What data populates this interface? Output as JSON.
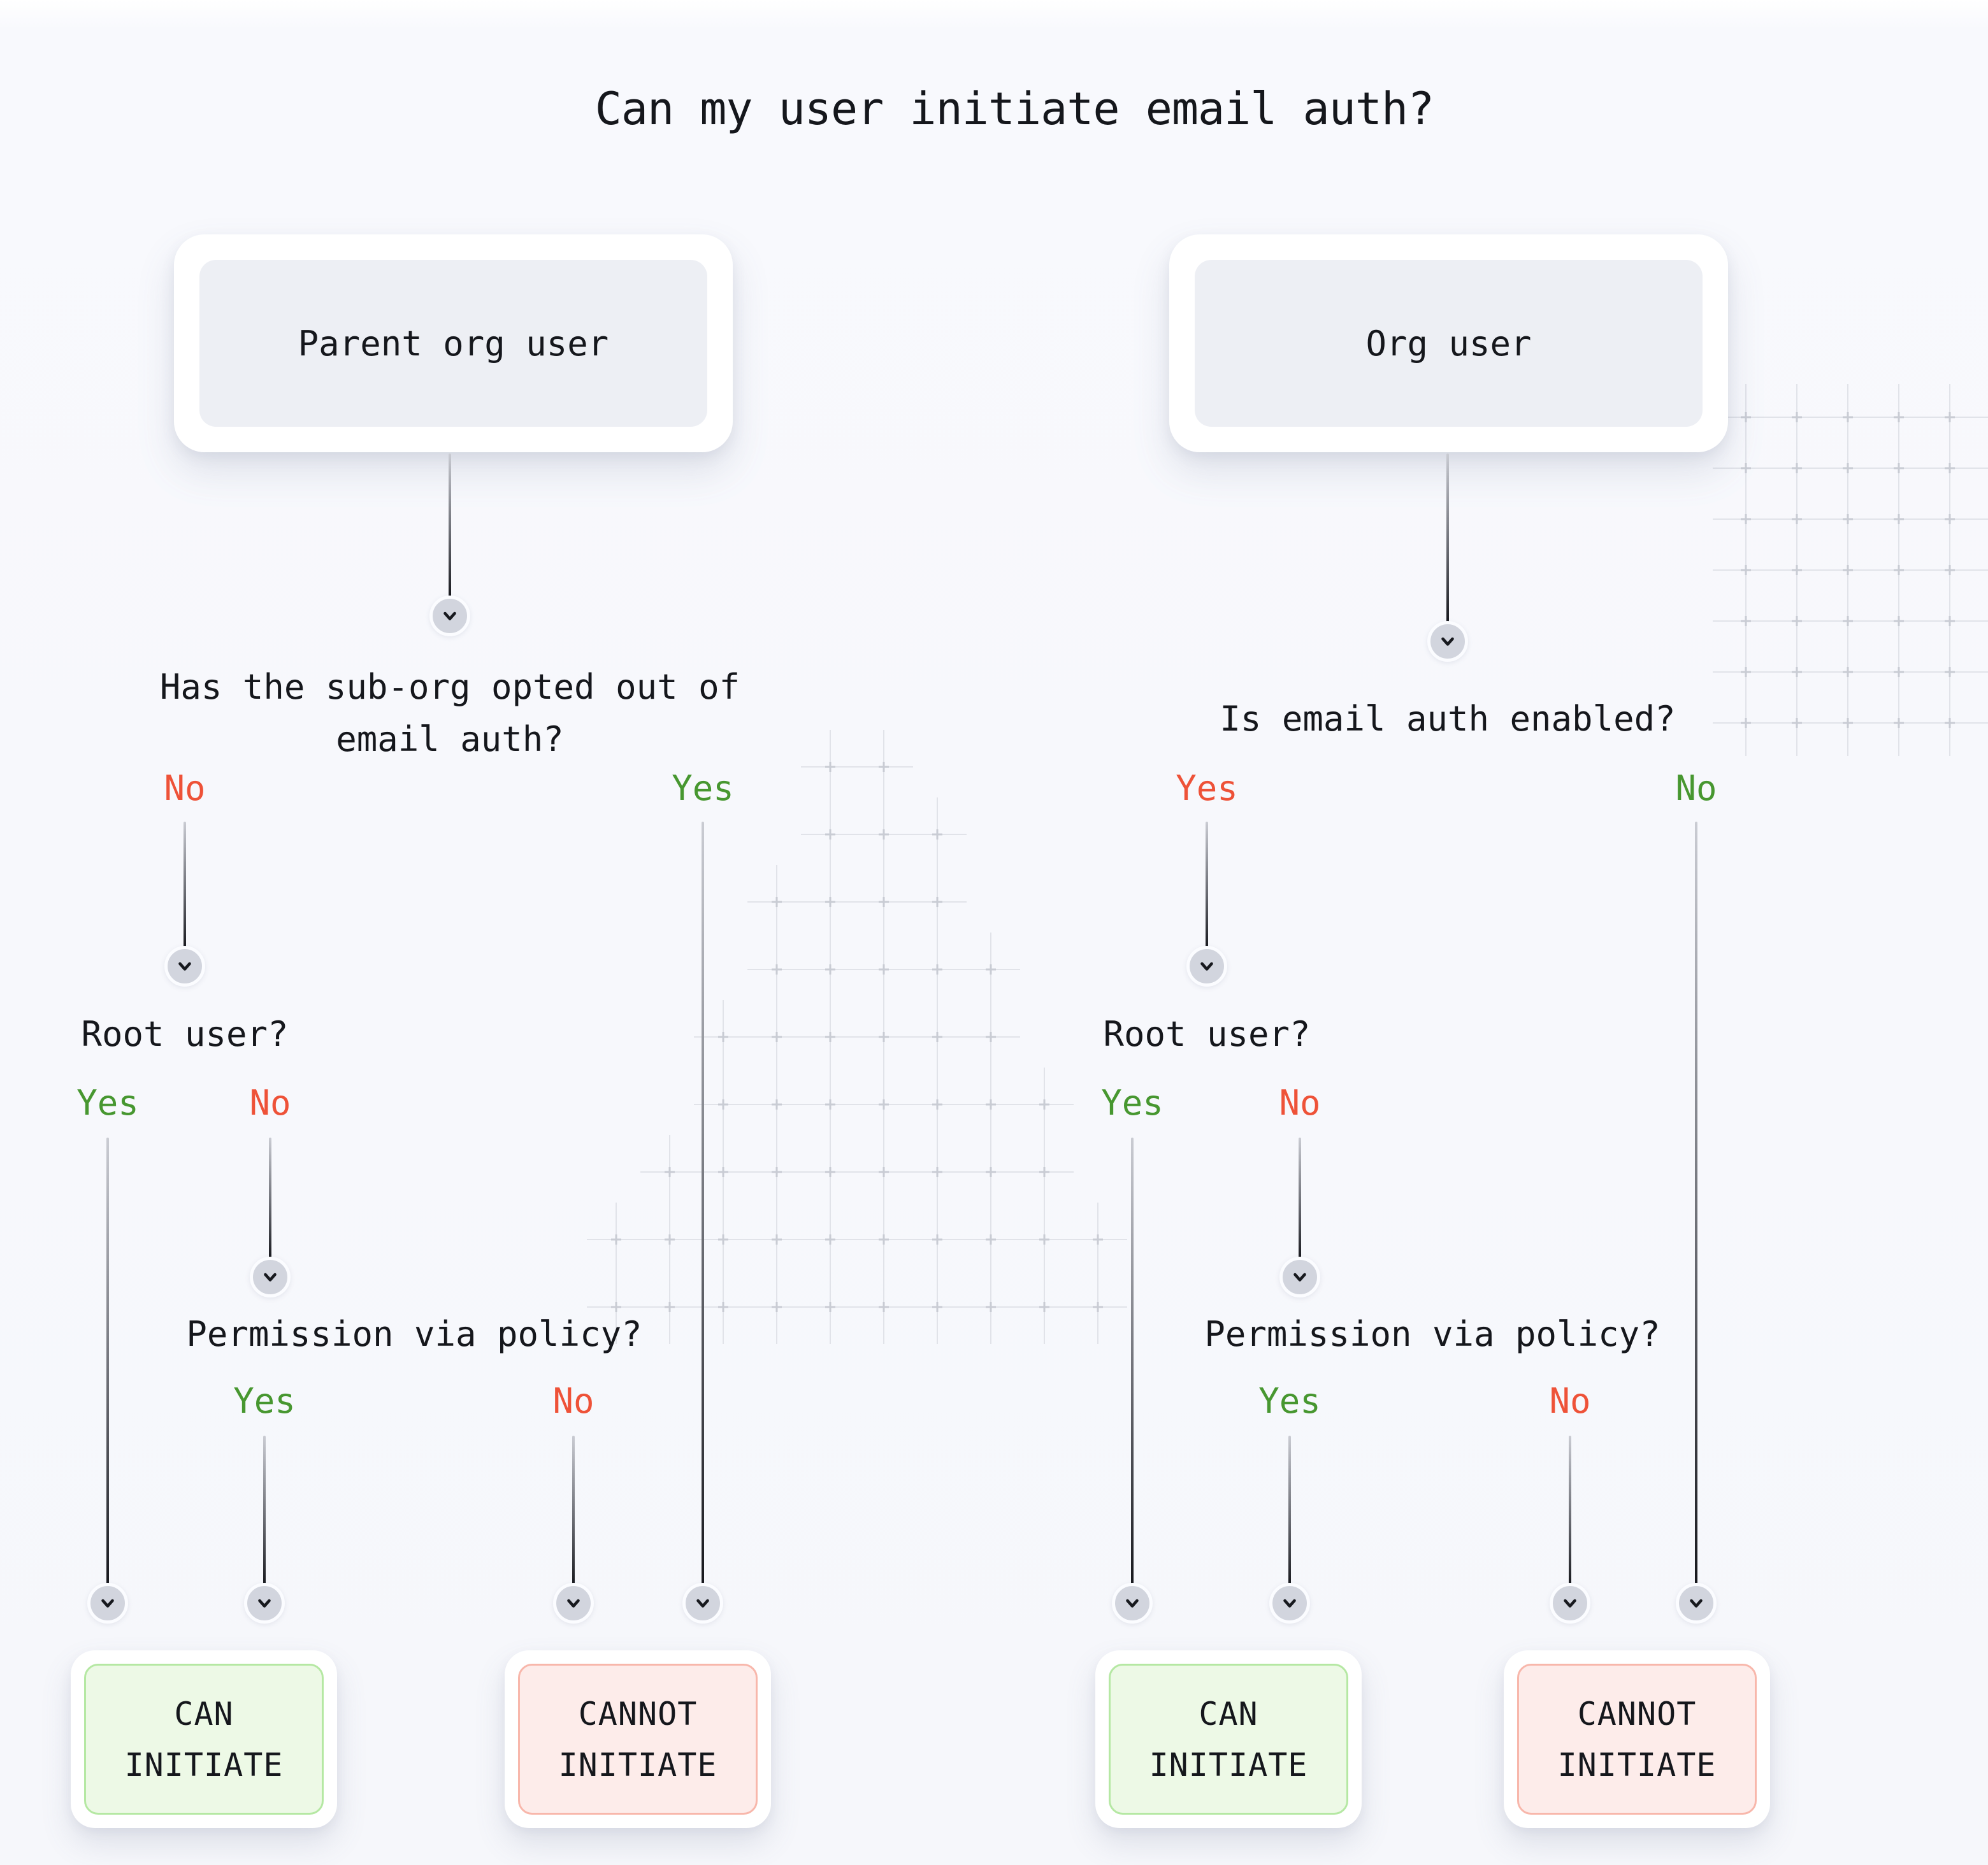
{
  "title": "Can my user initiate email auth?",
  "colors": {
    "yes_green": "#479730",
    "no_red": "#ee5238",
    "can_bg": "#edf9e6",
    "can_border": "#b5e8a3",
    "cannot_bg": "#fdecea",
    "cannot_border": "#f8b7ab"
  },
  "left_flow": {
    "entry_label": "Parent org user",
    "question1_line1": "Has the sub-org opted out of",
    "question1_line2": "email auth?",
    "q1_option_left": "No",
    "q1_option_right": "Yes",
    "question2": "Root user?",
    "q2_option_left": "Yes",
    "q2_option_right": "No",
    "question3": "Permission via policy?",
    "q3_option_left": "Yes",
    "q3_option_right": "No",
    "outcome_positive_line1": "CAN",
    "outcome_positive_line2": "INITIATE",
    "outcome_negative_line1": "CANNOT",
    "outcome_negative_line2": "INITIATE"
  },
  "right_flow": {
    "entry_label": "Org user",
    "question1": "Is email auth enabled?",
    "q1_option_left": "Yes",
    "q1_option_right": "No",
    "question2": "Root user?",
    "q2_option_left": "Yes",
    "q2_option_right": "No",
    "question3": "Permission via policy?",
    "q3_option_left": "Yes",
    "q3_option_right": "No",
    "outcome_positive_line1": "CAN",
    "outcome_positive_line2": "INITIATE",
    "outcome_negative_line1": "CANNOT",
    "outcome_negative_line2": "INITIATE"
  }
}
